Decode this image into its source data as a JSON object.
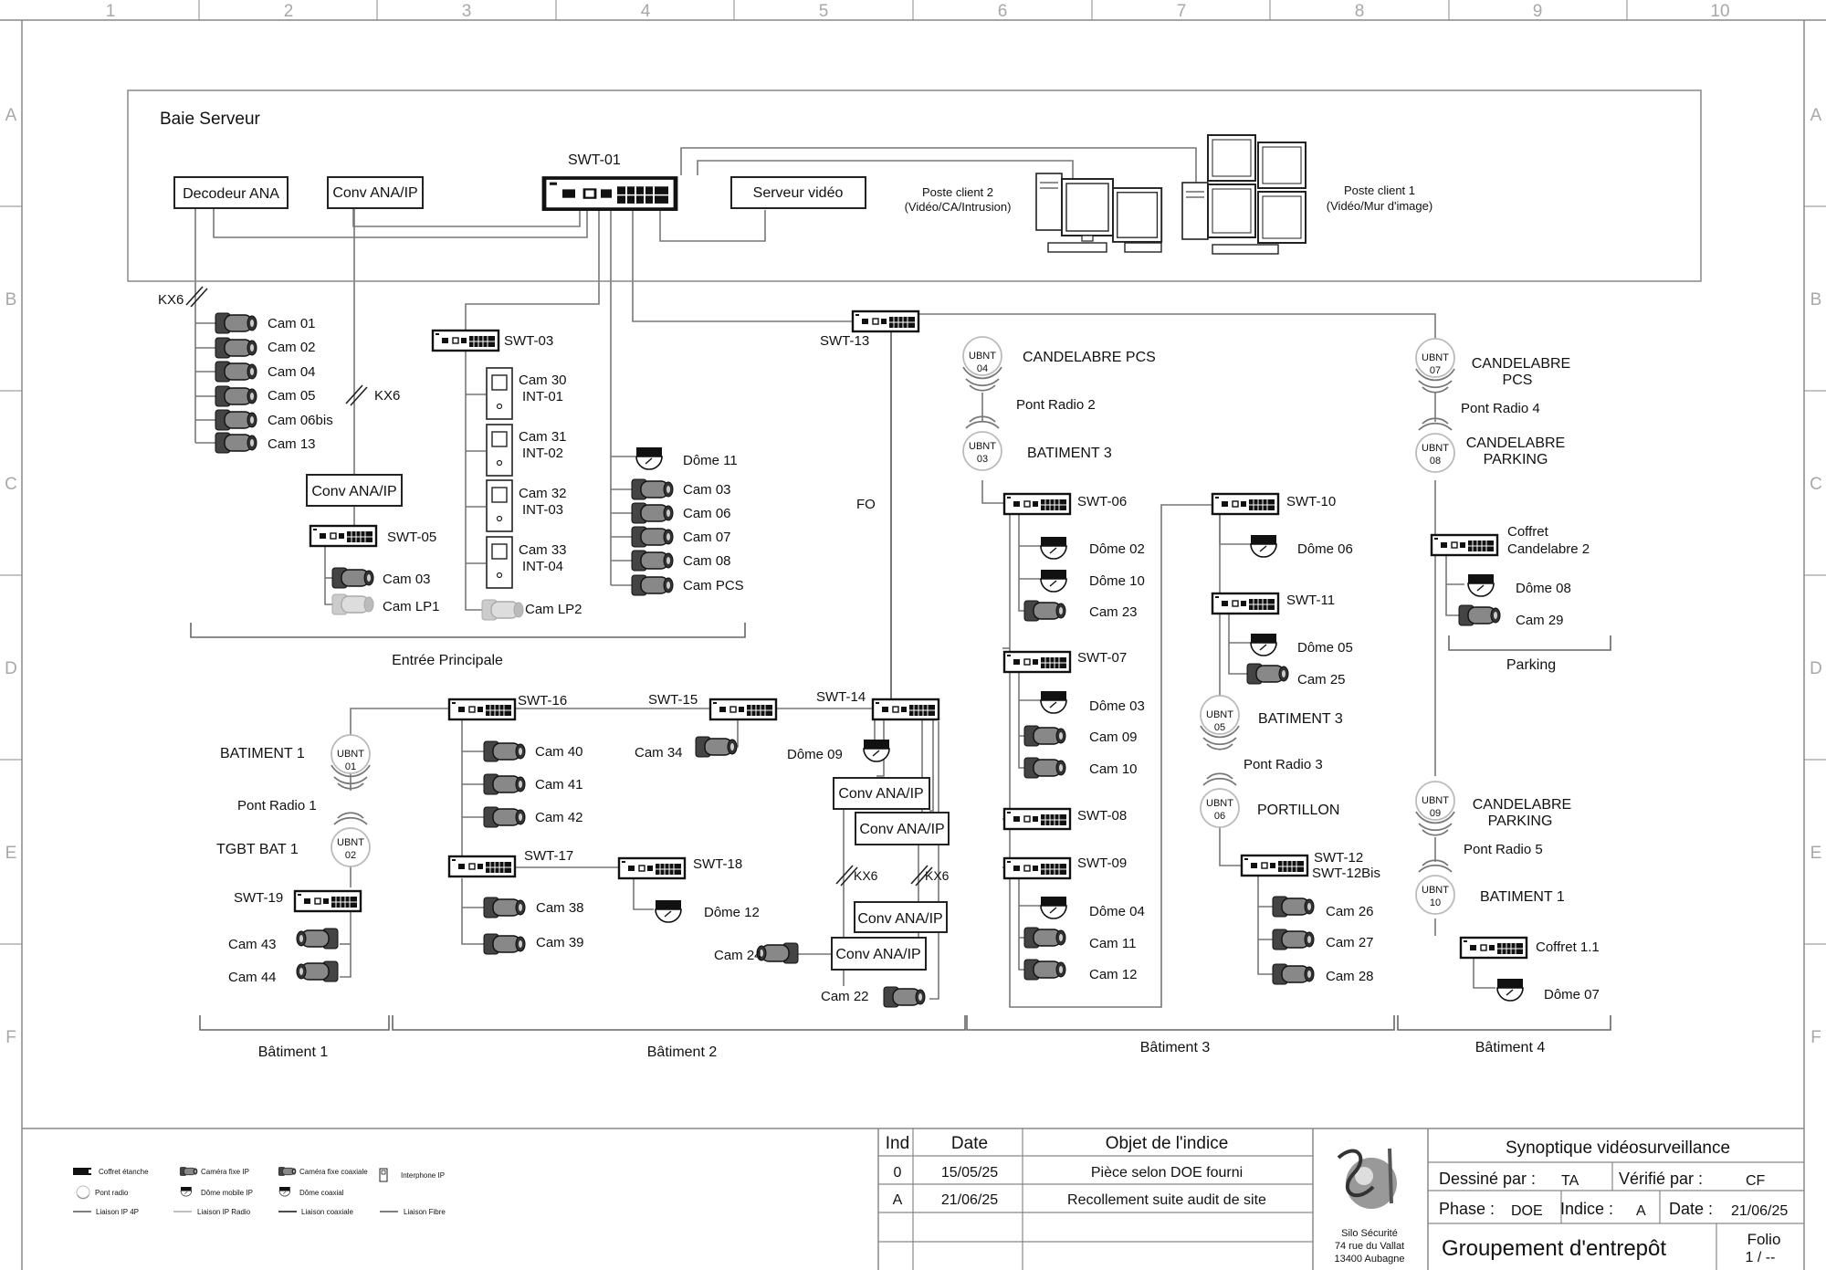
{
  "grid": {
    "cols": [
      "1",
      "2",
      "3",
      "4",
      "5",
      "6",
      "7",
      "8",
      "9",
      "10"
    ],
    "rows": [
      "A",
      "B",
      "C",
      "D",
      "E",
      "F"
    ]
  },
  "server_bay": {
    "title": "Baie Serveur",
    "decoder": "Decodeur ANA",
    "conv": "Conv ANA/IP",
    "switch": "SWT-01",
    "video_server": "Serveur vidéo",
    "client2_line1": "Poste client 2",
    "client2_line2": "(Vidéo/CA/Intrusion)",
    "client1_line1": "Poste client 1",
    "client1_line2": "(Vidéo/Mur d'image)"
  },
  "kx6": "KX6",
  "fo": "FO",
  "entree": {
    "cams_left": [
      "Cam 01",
      "Cam 02",
      "Cam 04",
      "Cam 05",
      "Cam 06bis",
      "Cam 13"
    ],
    "conv": "Conv ANA/IP",
    "swt05": "SWT-05",
    "swt05_items": [
      "Cam 03",
      "Cam LP1"
    ],
    "swt03": "SWT-03",
    "intercoms": [
      [
        "Cam 30",
        "INT-01"
      ],
      [
        "Cam 31",
        "INT-02"
      ],
      [
        "Cam 32",
        "INT-03"
      ],
      [
        "Cam 33",
        "INT-04"
      ]
    ],
    "cam_lp2": "Cam LP2",
    "middle_items": [
      "Dôme 11",
      "Cam 03",
      "Cam 06",
      "Cam 07",
      "Cam 08",
      "Cam PCS"
    ],
    "label": "Entrée Principale"
  },
  "swt13": "SWT-13",
  "radios": {
    "ubnt": "UBNT",
    "ids": [
      "04",
      "03",
      "07",
      "08",
      "05",
      "06",
      "01",
      "02",
      "09",
      "10"
    ],
    "candelabre_pcs": "CANDELABRE PCS",
    "pont2": "Pont Radio 2",
    "batiment3": "BATIMENT 3",
    "candelabre": "CANDELABRE",
    "pcs": "PCS",
    "parking": "PARKING",
    "pont4": "Pont Radio 4",
    "pont3": "Pont Radio  3",
    "portillon": "PORTILLON",
    "batiment1": "BATIMENT 1",
    "pont1": "Pont Radio 1",
    "tgbt": "TGBT BAT 1",
    "pont5": "Pont Radio  5"
  },
  "bat3": {
    "swt06": "SWT-06",
    "swt06_items": [
      "Dôme 02",
      "Dôme 10",
      "Cam 23"
    ],
    "swt07": "SWT-07",
    "swt07_items": [
      "Dôme 03",
      "Cam 09",
      "Cam 10"
    ],
    "swt08": "SWT-08",
    "swt09": "SWT-09",
    "swt09_items": [
      "Dôme 04",
      "Cam 11",
      "Cam 12"
    ],
    "swt10": "SWT-10",
    "swt10_items": [
      "Dôme 06"
    ],
    "swt11": "SWT-11",
    "swt11_items": [
      "Dôme 05",
      "Cam 25"
    ],
    "swt12": "SWT-12",
    "swt12bis": "SWT-12Bis",
    "swt12_items": [
      "Cam 26",
      "Cam 27",
      "Cam 28"
    ]
  },
  "parking": {
    "coffret_line1": "Coffret",
    "coffret_line2": "Candelabre 2",
    "items": [
      "Dôme 08",
      "Cam 29"
    ],
    "label": "Parking",
    "coffret11": "Coffret 1.1",
    "dome07": "Dôme 07"
  },
  "bat1": {
    "swt19": "SWT-19",
    "items": [
      "Cam 43",
      "Cam 44"
    ]
  },
  "bat2": {
    "swt16": "SWT-16",
    "swt16_items": [
      "Cam 40",
      "Cam 41",
      "Cam 42"
    ],
    "swt15": "SWT-15",
    "cam34": "Cam 34",
    "swt14": "SWT-14",
    "dome09": "Dôme 09",
    "swt17": "SWT-17",
    "swt17_items": [
      "Cam 38",
      "Cam 39"
    ],
    "swt18": "SWT-18",
    "dome12": "Dôme 12",
    "conv": "Conv ANA/IP",
    "cam24": "Cam 24",
    "cam22": "Cam 22"
  },
  "buildings": [
    "Bâtiment 1",
    "Bâtiment 2",
    "Bâtiment 3",
    "Bâtiment 4"
  ],
  "legend": {
    "coffret": "Coffret étanche",
    "cam_ip": "Caméra fixe IP",
    "cam_coax": "Caméra fixe coaxiale",
    "interphone": "Interphone IP",
    "pont": "Pont radio",
    "dome_ip": "Dôme mobile IP",
    "dome_coax": "Dôme coaxial",
    "l_ip4p": "Liaison IP 4P",
    "l_radio": "Liaison IP Radio",
    "l_coax": "Liaison coaxiale",
    "l_fibre": "Liaison Fibre"
  },
  "revisions": {
    "headers": [
      "Ind",
      "Date",
      "Objet de l'indice"
    ],
    "rows": [
      [
        "0",
        "15/05/25",
        "Pièce selon DOE fourni"
      ],
      [
        "A",
        "21/06/25",
        "Recollement suite audit de site"
      ]
    ]
  },
  "company": {
    "logo_text": "Si",
    "name": "Silo Sécurité",
    "address1": "74 rue du Vallat",
    "address2": "13400 Aubagne"
  },
  "titleblock": {
    "title": "Synoptique vidéosurveillance",
    "dessine_label": "Dessiné par :",
    "dessine": "TA",
    "verifie_label": "Vérifié par :",
    "verifie": "CF",
    "phase_label": "Phase :",
    "phase": "DOE",
    "indice_label": "Indice :",
    "indice": "A",
    "date_label": "Date :",
    "date": "21/06/25",
    "project": "Groupement d'entrepôt",
    "folio_label": "Folio",
    "folio": "1 / --"
  }
}
